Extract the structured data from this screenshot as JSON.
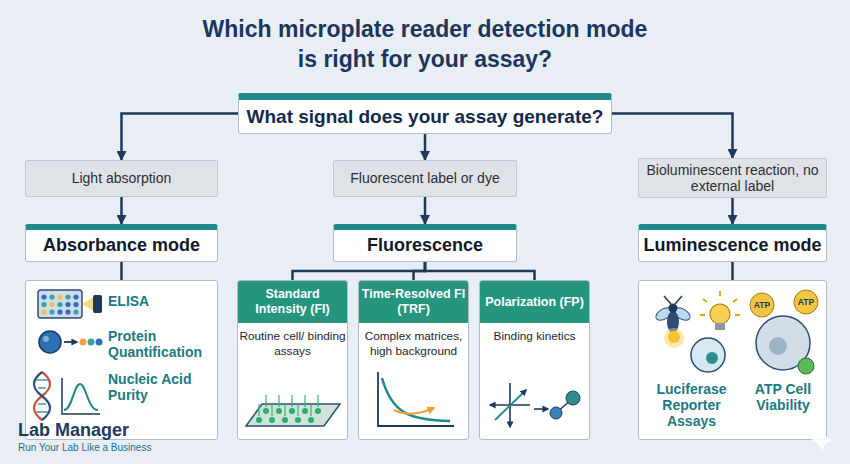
{
  "diagram": {
    "title": "Which microplate reader detection mode is right for your assay?",
    "nodes": [
      {
        "text": [
          "What signal does your assay generate?"
        ]
      },
      {
        "text": [
          "Light absorption"
        ]
      },
      {
        "text": [
          "Fluorescent label or dye"
        ]
      },
      {
        "text": [
          "Bioluminescent reaction, no external label"
        ]
      },
      {
        "text": [
          "Absorbance mode"
        ]
      },
      {
        "text": [
          "Fluorescence"
        ]
      },
      {
        "text": [
          "Luminescence mode"
        ]
      },
      {
        "text": [
          "ELISA",
          "Protein Quantification",
          "Nucleic Acid Purity"
        ]
      },
      {
        "text": [
          "Standard Intensity (FI)",
          "Routine cell/ binding assays"
        ]
      },
      {
        "text": [
          "Time-Resolved FI (TRF)",
          "Complex matrices, high background"
        ]
      },
      {
        "text": [
          "Polarization (FP)",
          "Binding kinetics"
        ]
      },
      {
        "text": [
          "Luciferase Reporter Assays",
          "ATP Cell Viability"
        ]
      }
    ],
    "edges": [
      {
        "from": 0,
        "to": 1,
        "arrow": "to"
      },
      {
        "from": 0,
        "to": 2,
        "arrow": "to"
      },
      {
        "from": 0,
        "to": 3,
        "arrow": "to"
      },
      {
        "from": 1,
        "to": 4,
        "arrow": "to"
      },
      {
        "from": 2,
        "to": 5,
        "arrow": "to"
      },
      {
        "from": 3,
        "to": 6,
        "arrow": "to"
      },
      {
        "from": 4,
        "to": 7,
        "arrow": "none"
      },
      {
        "from": 5,
        "to": 8,
        "arrow": "none"
      },
      {
        "from": 5,
        "to": 9,
        "arrow": "none"
      },
      {
        "from": 5,
        "to": 10,
        "arrow": "none"
      },
      {
        "from": 6,
        "to": 11,
        "arrow": "none"
      }
    ],
    "labels": [
      "ATP",
      "ATP",
      "Lab Manager",
      "Run Your Lab Like a Business"
    ]
  }
}
